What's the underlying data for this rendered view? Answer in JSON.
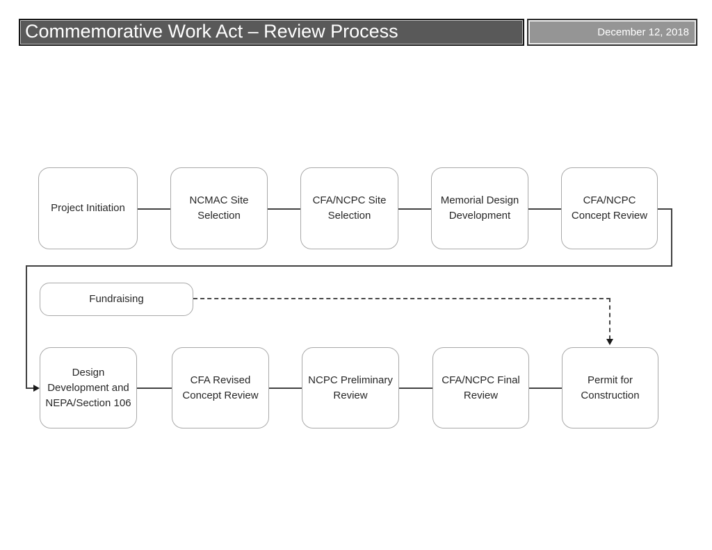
{
  "header": {
    "title": "Commemorative Work Act – Review Process",
    "date": "December 12, 2018"
  },
  "colors": {
    "title_bar_bg": "#595959",
    "date_box_bg": "#959595",
    "box_border": "#a8a8a8",
    "connector": "#404040",
    "text": "#262626",
    "header_text": "#ffffff"
  },
  "flow": {
    "row1": [
      {
        "label": "Project Initiation"
      },
      {
        "label": "NCMAC Site\nSelection"
      },
      {
        "label": "CFA/NCPC Site\nSelection"
      },
      {
        "label": "Memorial Design\nDevelopment"
      },
      {
        "label": "CFA/NCPC\nConcept Review"
      }
    ],
    "fundraising": {
      "label": "Fundraising"
    },
    "row2": [
      {
        "label": "Design\nDevelopment and\nNEPA/Section 106"
      },
      {
        "label": "CFA Revised\nConcept Review"
      },
      {
        "label": "NCPC Preliminary\nReview"
      },
      {
        "label": "CFA/NCPC Final\nReview"
      },
      {
        "label": "Permit for\nConstruction"
      }
    ]
  }
}
